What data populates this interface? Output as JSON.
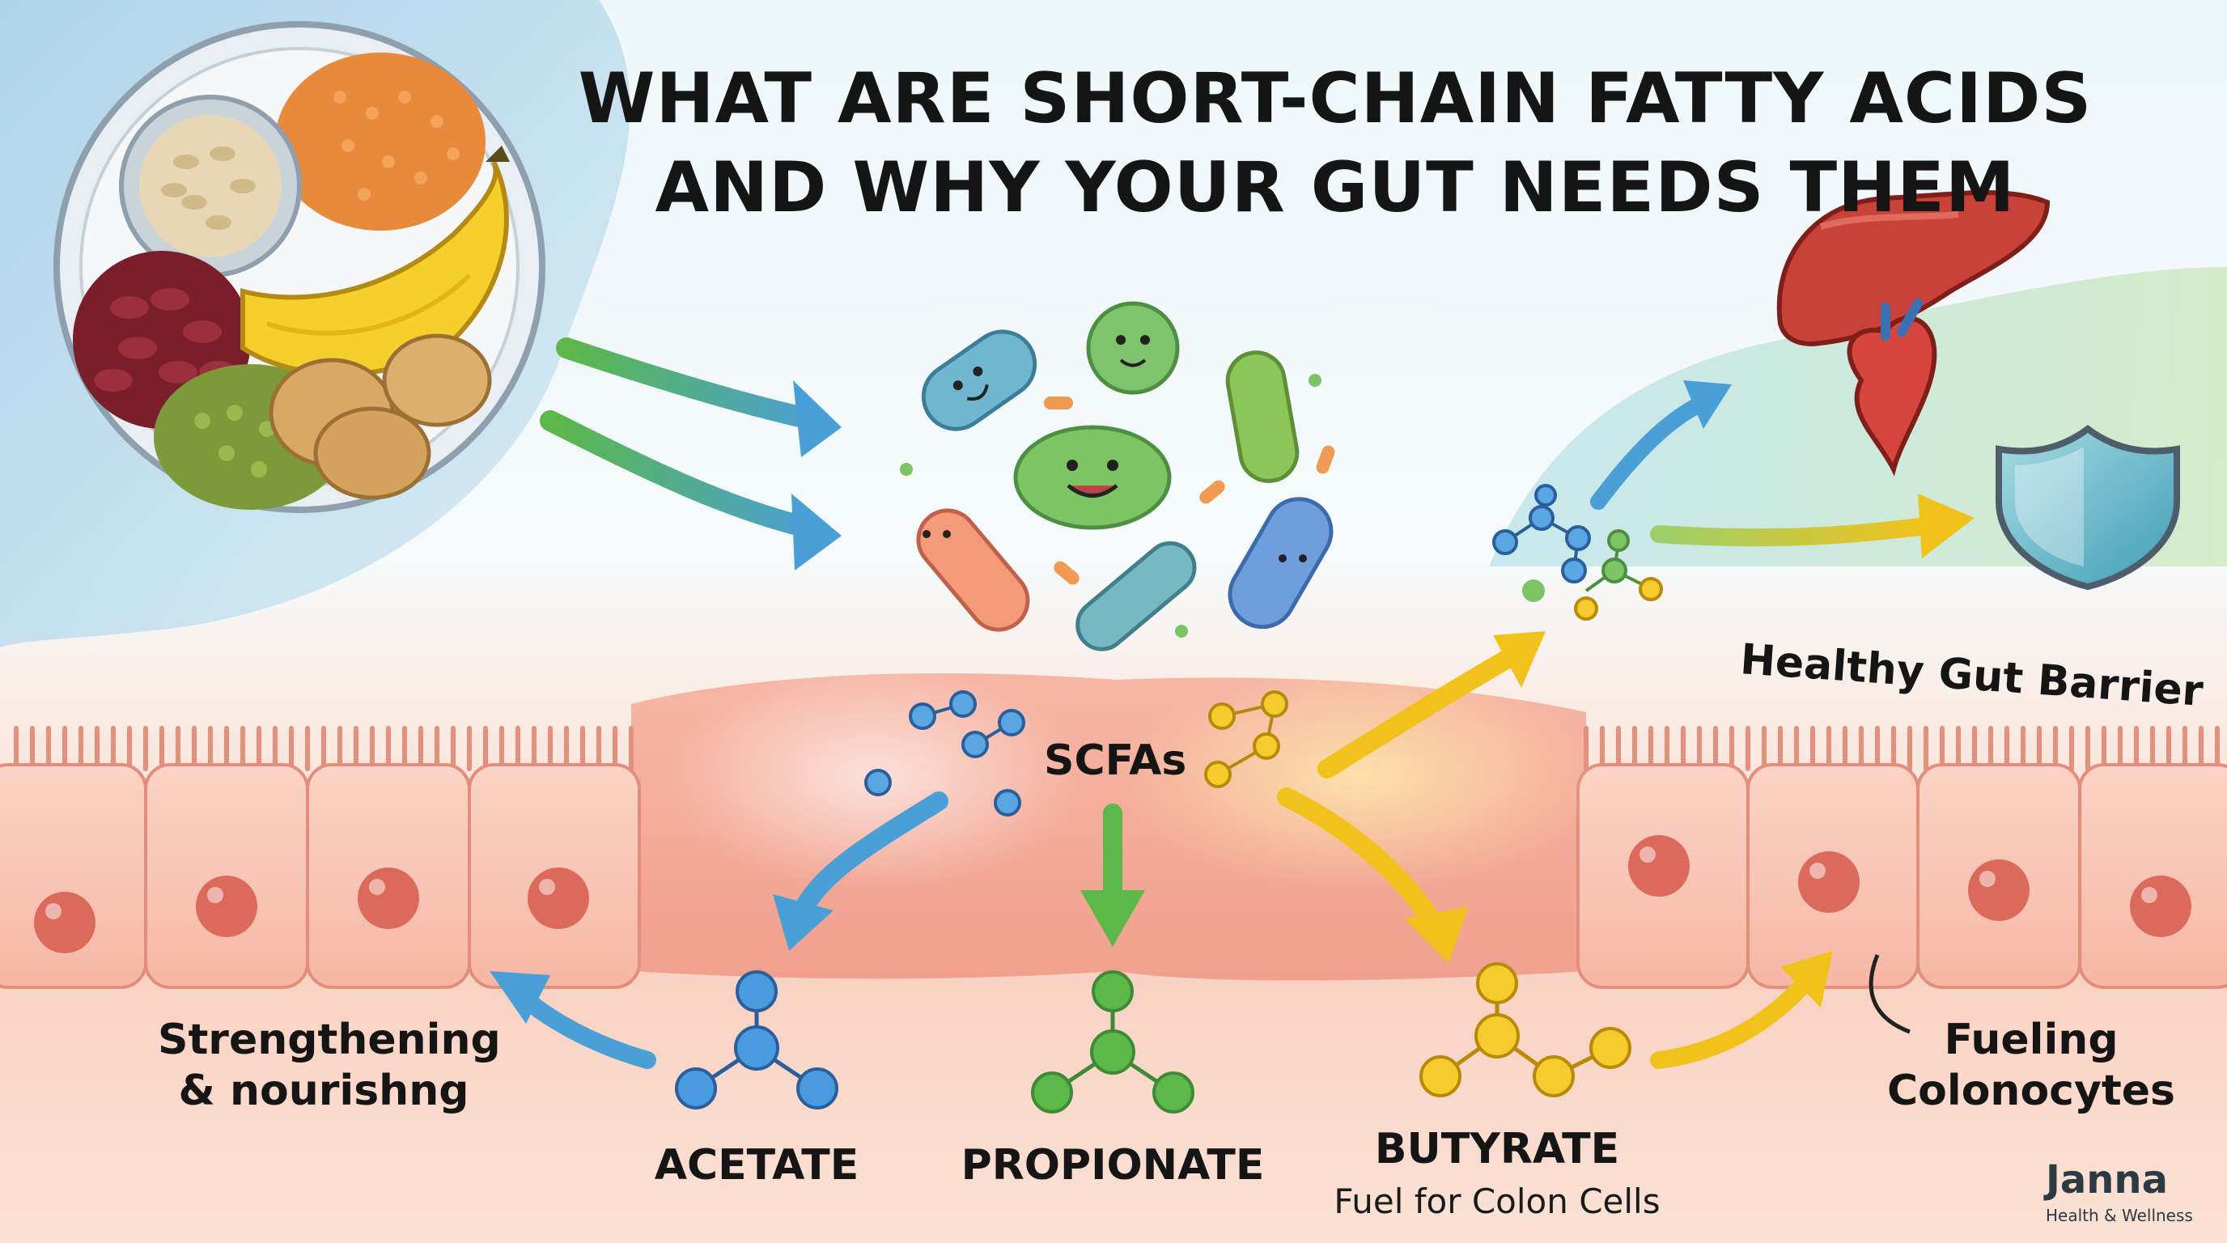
{
  "title": {
    "line1": "WHAT ARE SHORT-CHAIN FATTY ACIDS",
    "line2": "AND WHY YOUR GUT NEEDS THEM"
  },
  "labels": {
    "scfas": "SCFAs",
    "healthy_gut_barrier": "Healthy Gut Barrier",
    "strengthening_line1": "Strengthening",
    "strengthening_line2": "& nourishng",
    "fueling_line1": "Fueling",
    "fueling_line2": "Colonocytes",
    "acetate": "ACETATE",
    "propionate": "PROPIONATE",
    "butyrate": "BUTYRATE",
    "butyrate_sub": "Fuel for Colon Cells"
  },
  "brand": {
    "name": "Janna",
    "tagline": "Health & Wellness"
  },
  "icons": [
    "food-plate-icon",
    "bacteria-icon",
    "liver-icon",
    "heart-icon",
    "shield-icon",
    "molecule-icon",
    "gut-cells-icon",
    "arrow-icon"
  ],
  "colors": {
    "acetate": "#3b8fd8",
    "propionate": "#5cb848",
    "butyrate": "#f2c21c",
    "gut_tissue": "#f4a593",
    "cell_nucleus": "#dc6a5c"
  }
}
